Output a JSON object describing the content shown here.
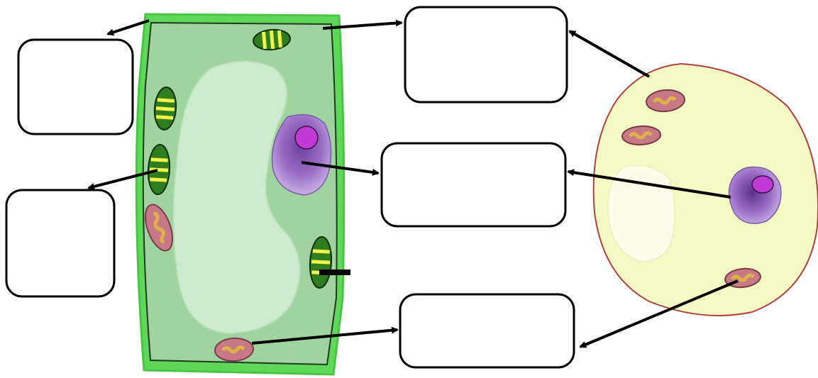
{
  "diagram": {
    "colors": {
      "plant_wall": "#5fd85a",
      "plant_cytoplasm": "#9fd39f",
      "vacuole": "#cdeccd",
      "animal_cytoplasm": "#f5fac4",
      "animal_membrane": "#b04040",
      "nucleus": "#9b6fc6",
      "nucleolus": "#c23ad6",
      "chloroplast": "#2e7d1e",
      "chloroplast_band": "#f1f24a",
      "mitochondrion": "#c77a86",
      "mitochondrion_inner": "#e0b04a",
      "arrow": "#000000"
    },
    "labels": [
      {
        "id": "label-box-1",
        "text": ""
      },
      {
        "id": "label-box-2",
        "text": ""
      },
      {
        "id": "label-box-3",
        "text": ""
      },
      {
        "id": "label-box-4",
        "text": ""
      },
      {
        "id": "label-box-5",
        "text": ""
      },
      {
        "id": "label-box-6",
        "text": ""
      }
    ]
  }
}
